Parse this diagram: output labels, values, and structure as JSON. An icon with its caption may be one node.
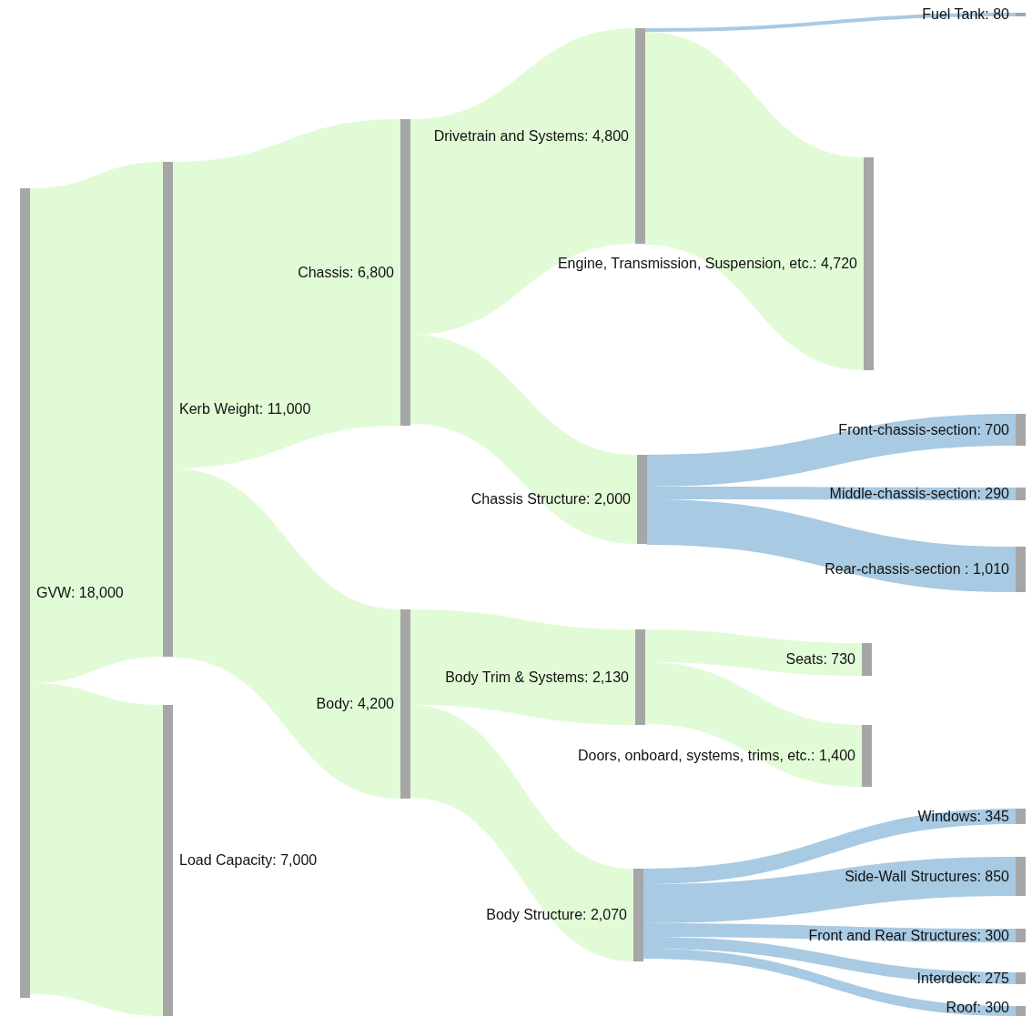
{
  "diagram": {
    "nodes": [
      {
        "text": [
          "GVW: 18,000"
        ]
      },
      {
        "text": [
          "Kerb Weight: 11,000"
        ]
      },
      {
        "text": [
          "Load Capacity: 7,000"
        ]
      },
      {
        "text": [
          "Chassis: 6,800"
        ]
      },
      {
        "text": [
          "Body: 4,200"
        ]
      },
      {
        "text": [
          "Drivetrain and Systems: 4,800"
        ]
      },
      {
        "text": [
          "Chassis Structure: 2,000"
        ]
      },
      {
        "text": [
          "Body Trim & Systems: 2,130"
        ]
      },
      {
        "text": [
          "Body Structure: 2,070"
        ]
      },
      {
        "text": [
          "Fuel Tank: 80"
        ]
      },
      {
        "text": [
          "Engine, Transmission, Suspension, etc.: 4,720"
        ]
      },
      {
        "text": [
          "Front-chassis-section: 700"
        ]
      },
      {
        "text": [
          "Middle-chassis-section: 290"
        ]
      },
      {
        "text": [
          "Rear-chassis-section : 1,010"
        ]
      },
      {
        "text": [
          "Seats: 730"
        ]
      },
      {
        "text": [
          "Doors, onboard, systems, trims, etc.: 1,400"
        ]
      },
      {
        "text": [
          "Windows: 345"
        ]
      },
      {
        "text": [
          "Side-Wall Structures: 850"
        ]
      },
      {
        "text": [
          "Front and Rear Structures: 300"
        ]
      },
      {
        "text": [
          "Interdeck: 275"
        ]
      },
      {
        "text": [
          "Roof: 300"
        ]
      }
    ],
    "edges": [
      {
        "from": 0,
        "to": 1,
        "arrow": "none"
      },
      {
        "from": 0,
        "to": 2,
        "arrow": "none"
      },
      {
        "from": 1,
        "to": 3,
        "arrow": "none"
      },
      {
        "from": 1,
        "to": 4,
        "arrow": "none"
      },
      {
        "from": 3,
        "to": 5,
        "arrow": "none"
      },
      {
        "from": 3,
        "to": 6,
        "arrow": "none"
      },
      {
        "from": 4,
        "to": 7,
        "arrow": "none"
      },
      {
        "from": 4,
        "to": 8,
        "arrow": "none"
      },
      {
        "from": 5,
        "to": 9,
        "arrow": "none",
        "color": "#a8cae3"
      },
      {
        "from": 5,
        "to": 10,
        "arrow": "none"
      },
      {
        "from": 6,
        "to": 11,
        "arrow": "none",
        "color": "#a8cae3"
      },
      {
        "from": 6,
        "to": 12,
        "arrow": "none",
        "color": "#a8cae3"
      },
      {
        "from": 6,
        "to": 13,
        "arrow": "none",
        "color": "#a8cae3"
      },
      {
        "from": 7,
        "to": 14,
        "arrow": "none"
      },
      {
        "from": 7,
        "to": 15,
        "arrow": "none"
      },
      {
        "from": 8,
        "to": 16,
        "arrow": "none",
        "color": "#a8cae3"
      },
      {
        "from": 8,
        "to": 17,
        "arrow": "none",
        "color": "#a8cae3"
      },
      {
        "from": 8,
        "to": 18,
        "arrow": "none",
        "color": "#a8cae3"
      },
      {
        "from": 8,
        "to": 19,
        "arrow": "none",
        "color": "#a8cae3"
      },
      {
        "from": 8,
        "to": 20,
        "arrow": "none",
        "color": "#a8cae3"
      }
    ]
  }
}
